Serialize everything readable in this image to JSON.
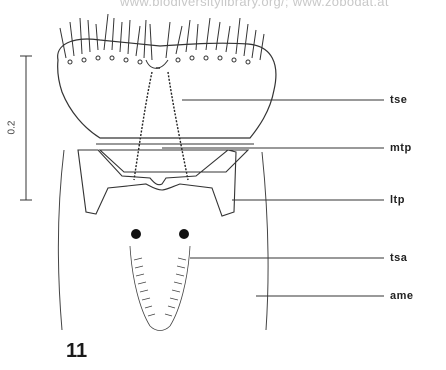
{
  "watermark": "www.biodiversitylibrary.org/; www.zobodat.at",
  "figure_number": "11",
  "scale_bar": {
    "label": "0.2"
  },
  "labels": {
    "tse": "tse",
    "mtp": "mtp",
    "ltp": "ltp",
    "tsa": "tsa",
    "ame": "ame"
  }
}
